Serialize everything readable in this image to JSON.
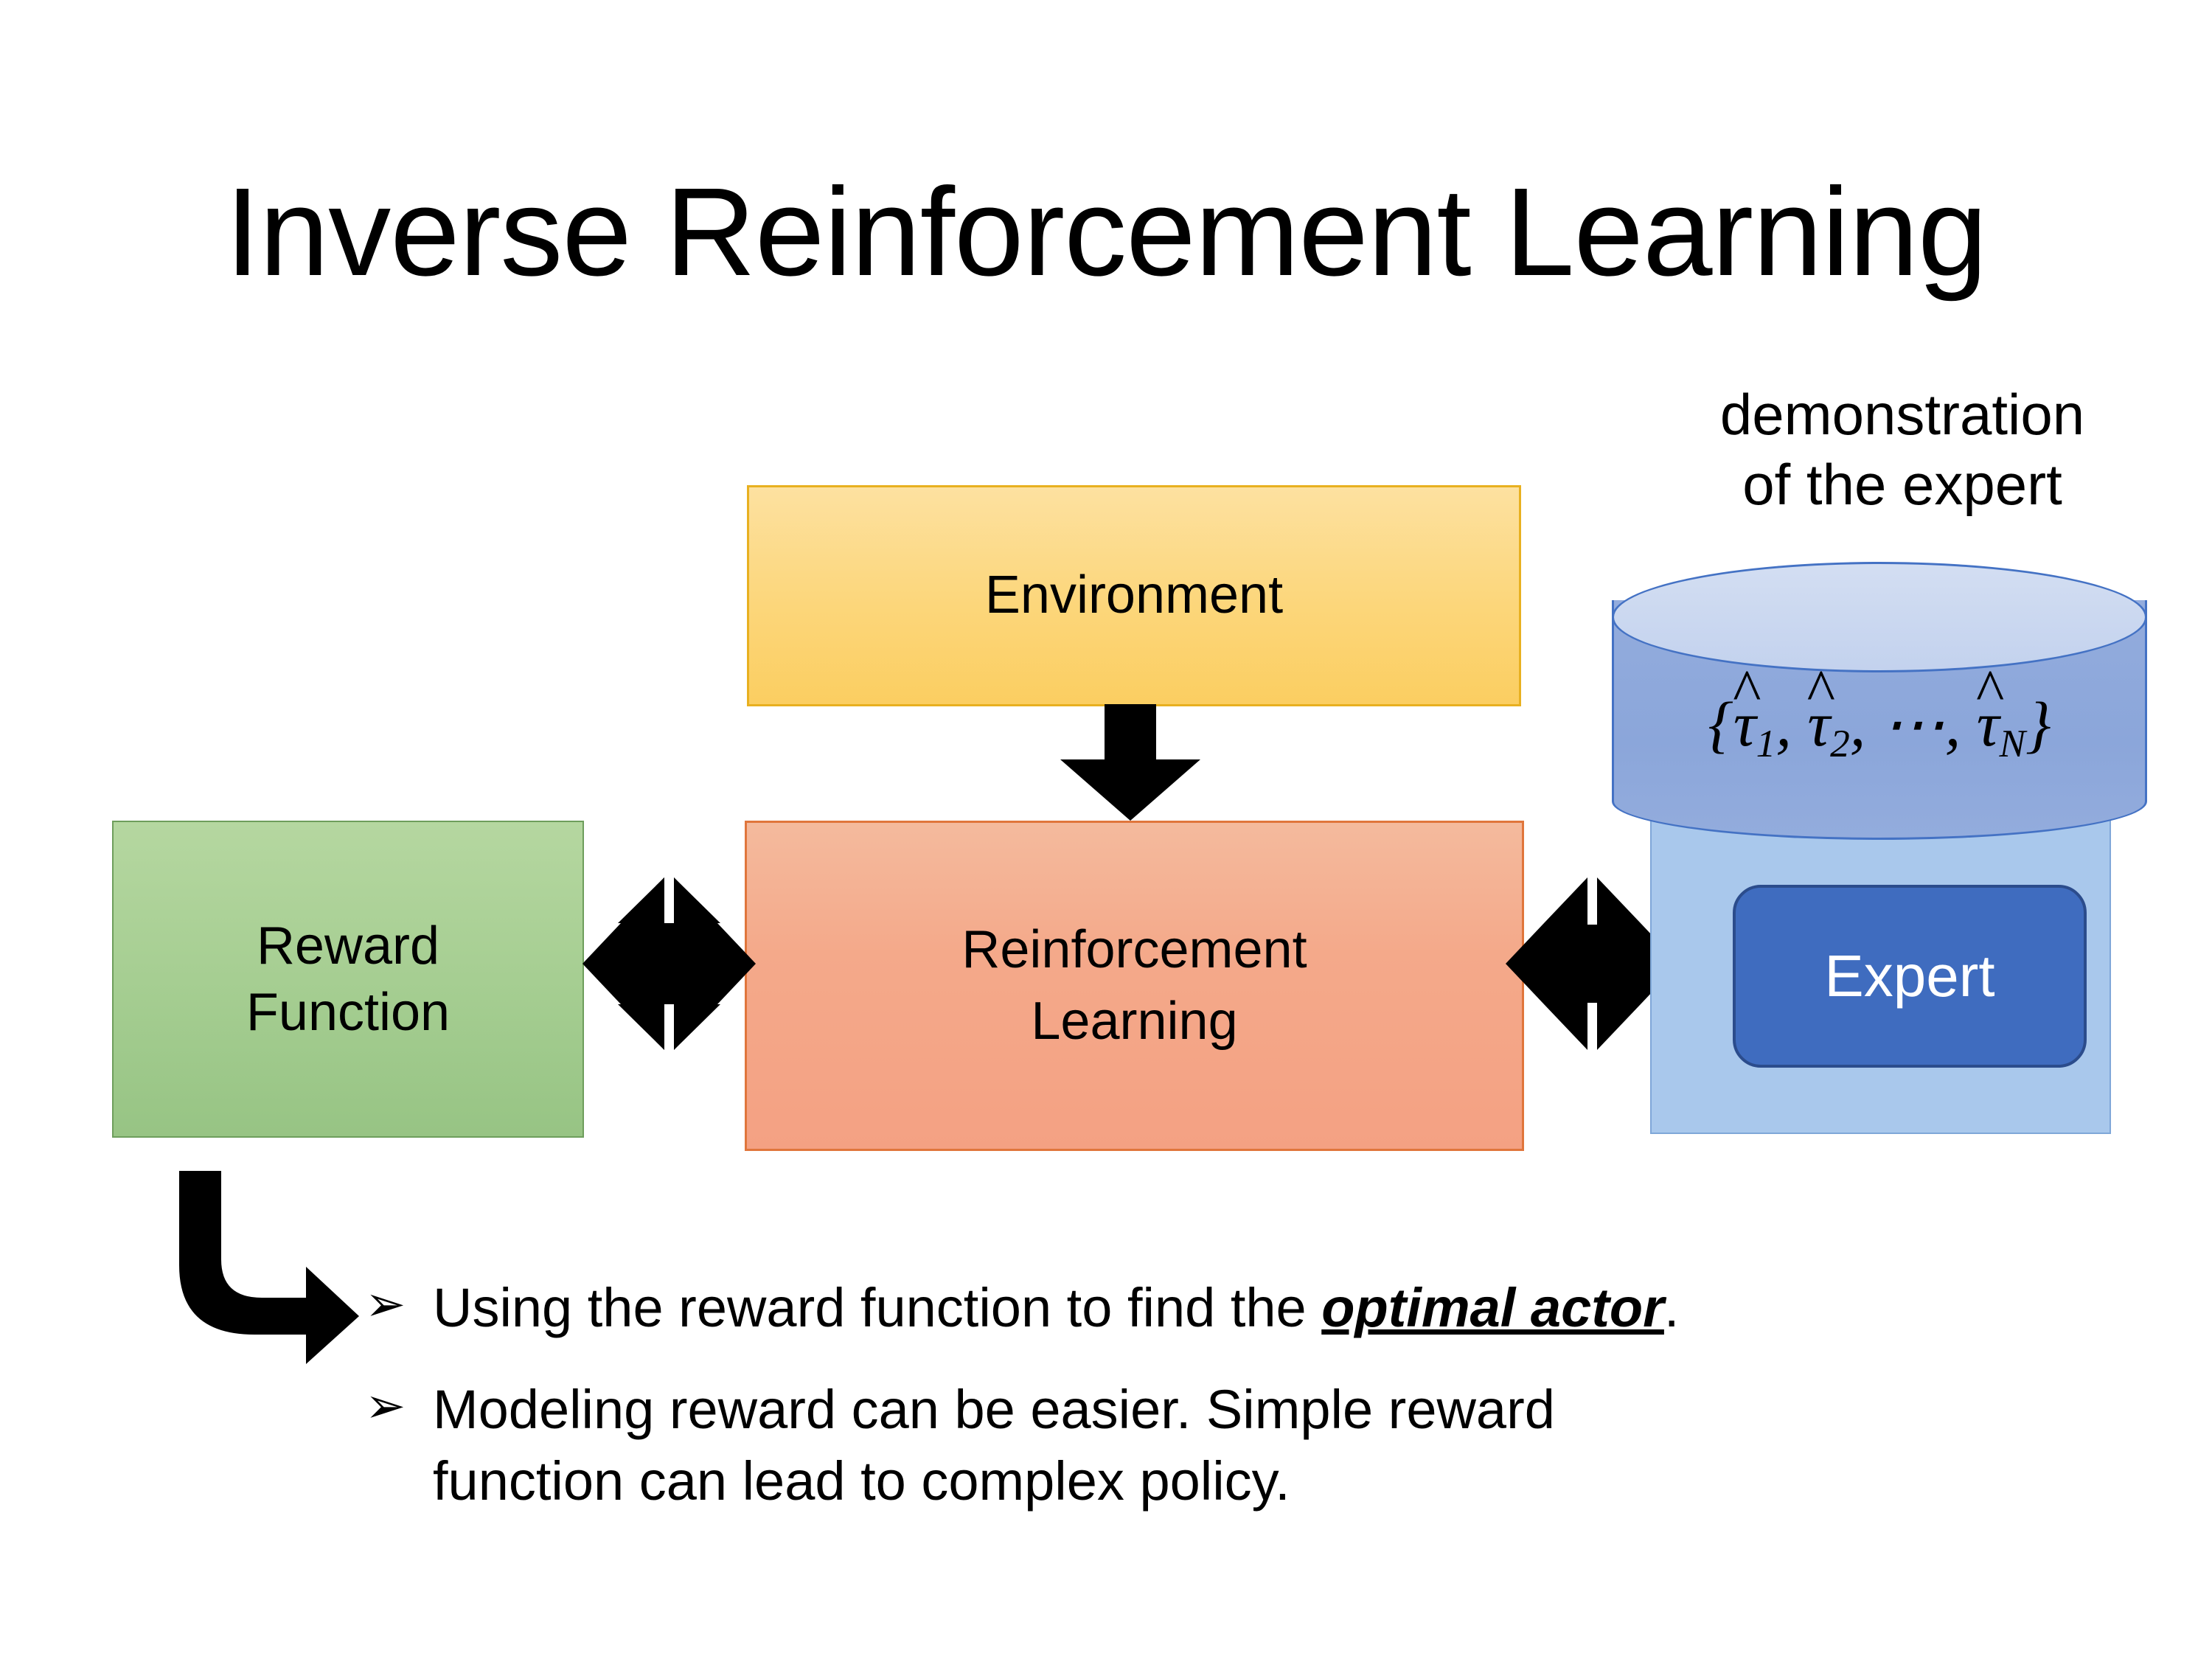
{
  "slide": {
    "title": "Inverse Reinforcement Learning",
    "background_color": "#FFFFFF"
  },
  "diagram": {
    "environment": {
      "label": "Environment",
      "fill_color": "#FCD67A",
      "border_color": "#E8B020"
    },
    "reward_function": {
      "label_line1": "Reward",
      "label_line2": "Function",
      "fill_color": "#A6CE92",
      "border_color": "#6E9E5C"
    },
    "reinforcement_learning": {
      "label_line1": "Reinforcement",
      "label_line2": "Learning",
      "fill_color": "#F4A98A",
      "border_color": "#E0763C"
    },
    "expert_panel": {
      "fill_color": "#A9C8EC",
      "border_color": "#7FA7D8"
    },
    "expert_button": {
      "label": "Expert",
      "fill_color": "#3F6CBF",
      "border_color": "#2B4C8C",
      "text_color": "#FFFFFF"
    },
    "demonstration": {
      "caption_line1": "demonstration",
      "caption_line2": "of the expert",
      "cylinder_fill_color": "#8BA6DA",
      "cylinder_top_color": "#C3D2EE",
      "cylinder_border_color": "#4472C4",
      "trajectory_set": {
        "open_brace": "{",
        "close_brace": "}",
        "hat": "^",
        "tau": "τ",
        "sub1": "1",
        "sub2": "2",
        "subN": "N",
        "comma": ",",
        "ellipsis": "⋯"
      }
    },
    "connectors": {
      "env_to_rl": "down-arrow",
      "reward_to_rl": "four-way-arrow",
      "rl_to_expert": "four-way-arrow",
      "reward_to_bullets": "elbow-arrow",
      "arrow_color": "#000000"
    }
  },
  "bullets": {
    "marker": "➢",
    "items": [
      {
        "prefix": "Using the reward function to find the ",
        "emphasis": "optimal actor",
        "suffix": "."
      },
      {
        "line1": "Modeling reward can be easier. Simple reward",
        "line2": "function can lead to complex policy."
      }
    ]
  }
}
